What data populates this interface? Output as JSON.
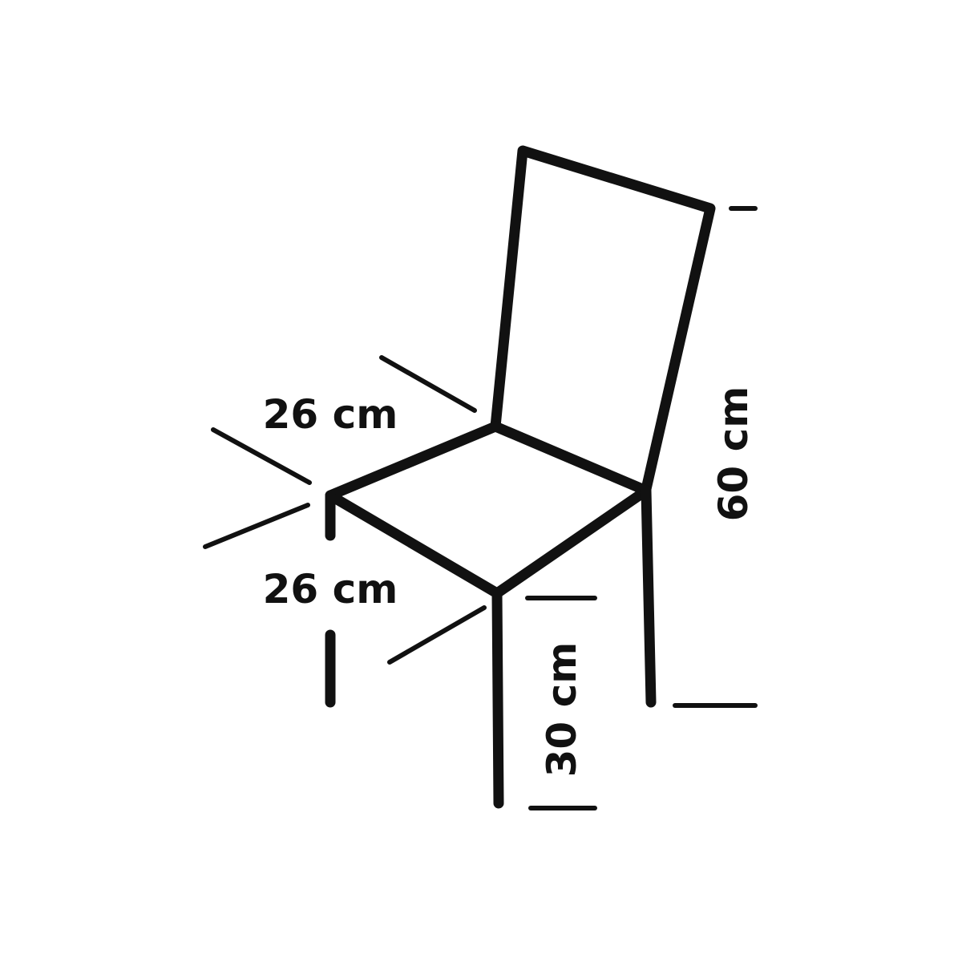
{
  "colors": {
    "background": "#ffffff",
    "stroke": "#111111"
  },
  "dimensions": {
    "seat_depth": "26 cm",
    "seat_width": "26 cm",
    "seat_height": "30 cm",
    "total_height": "60 cm"
  }
}
